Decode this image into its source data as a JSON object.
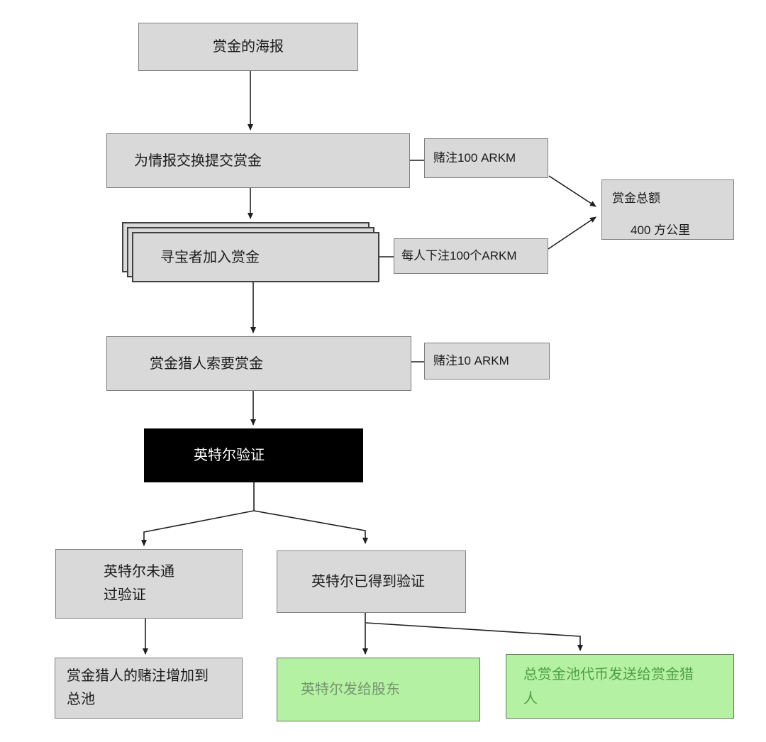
{
  "diagram": {
    "title": "bounty-flowchart",
    "nodes": {
      "poster": "赏金的海报",
      "submit": "为情报交换提交赏金",
      "stake100": "赌注100 ARKM",
      "hunters": "寻宝者加入赏金",
      "stakeEach": "每人下注100个ARKM",
      "totalLine1": "赏金总额",
      "totalLine2": "400 方公里",
      "claim": "赏金猎人索要赏金",
      "stake10": "赌注10 ARKM",
      "verify": "英特尔验证",
      "notVerified": "英特尔未通\n过验证",
      "verified": "英特尔已得到验证",
      "stakeAdded": "赏金猎人的赌注增加到\n总池",
      "intelSent": "英特尔发给股东",
      "poolSent": "总赏金池代币发送给赏金猎\n人"
    },
    "colors": {
      "pageBg": "#ffffff",
      "grayFill": "#d9d9d9",
      "grayBorder": "#7f7f7f",
      "stackBorder": "#404040",
      "blackFill": "#000000",
      "blackText": "#ffffff",
      "greenFill": "#b4f1a2",
      "greenBorder": "#5f7a57",
      "greenText": "#4e9e45",
      "greenTextMuted": "#74946f",
      "textDark": "#1a1a1a",
      "lineColor": "#1f1f1f"
    }
  }
}
